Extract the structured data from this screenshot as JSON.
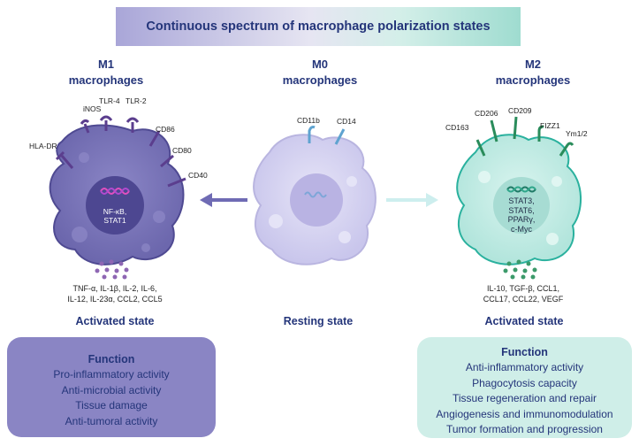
{
  "banner": {
    "title": "Continuous spectrum of macrophage polarization states"
  },
  "m1": {
    "heading": [
      "M1",
      "macrophages"
    ],
    "receptors": [
      "iNOS",
      "TLR-4",
      "TLR-2",
      "CD86",
      "HLA-DR",
      "CD80",
      "CD40"
    ],
    "nucleus": [
      "NF-κB,",
      "STAT1"
    ],
    "cytokines": [
      "TNF-α, IL-1β, IL-2, IL-6,",
      "IL-12, IL-23α, CCL2, CCL5"
    ],
    "state": "Activated state",
    "function_title": "Function",
    "functions": [
      "Pro-inflammatory activity",
      "Anti-microbial activity",
      "Tissue damage",
      "Anti-tumoral activity"
    ]
  },
  "m0": {
    "heading": [
      "M0",
      "macrophages"
    ],
    "receptors": [
      "CD11b",
      "CD14"
    ],
    "state": "Resting state"
  },
  "m2": {
    "heading": [
      "M2",
      "macrophages"
    ],
    "receptors": [
      "CD206",
      "CD209",
      "CD163",
      "FIZZ1",
      "Ym1/2"
    ],
    "nucleus": [
      "STAT3,",
      "STAT6,",
      "PPARγ,",
      "c-Myc"
    ],
    "cytokines": [
      "IL-10, TGF-β, CCL1,",
      "CCL17, CCL22, VEGF"
    ],
    "state": "Activated state",
    "function_title": "Function",
    "functions": [
      "Anti-inflammatory activity",
      "Phagocytosis capacity",
      "Tissue regeneration and repair",
      "Angiogenesis and immunomodulation",
      "Tumor formation and progression"
    ]
  },
  "colors": {
    "m1_cell": "#7b76b8",
    "m0_cell": "#d2cfef",
    "m2_cell": "#bfeae3",
    "title_text": "#24357a",
    "m1_box": "#8a85c4",
    "m2_box": "#cfeee8"
  },
  "icons": [
    "receptor-icon",
    "dna-icon",
    "arrow-left-icon",
    "arrow-right-icon",
    "cytokine-dots-icon"
  ]
}
